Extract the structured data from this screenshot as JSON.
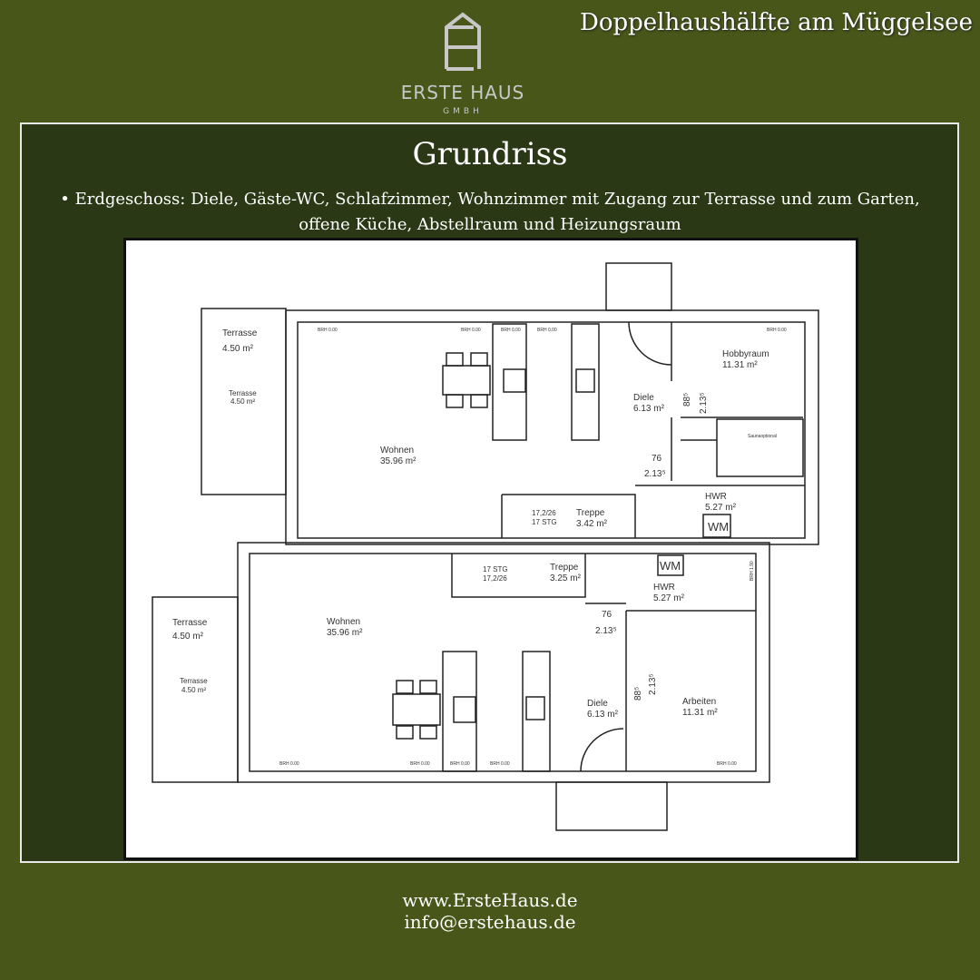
{
  "header": {
    "title": "Doppelhaushälfte am Müggelsee",
    "logo": {
      "name": "ERSTE HAUS",
      "sub": "GMBH"
    }
  },
  "section": {
    "heading": "Grundriss",
    "description_line1": "• Erdgeschoss: Diele, Gäste-WC, Schlafzimmer, Wohnzimmer mit Zugang zur Terrasse und zum Garten,",
    "description_line2": "offene Küche, Abstellraum und Heizungsraum"
  },
  "plan": {
    "brh": "BRH 0.00",
    "brh2": "BRH 0.00",
    "brh190": "BRH 1.90",
    "upper": {
      "terrasse1": {
        "name": "Terrasse",
        "area": "4.50 m²"
      },
      "terrasse2": {
        "name": "Terrasse",
        "area": "4.50 m²"
      },
      "wohnen": {
        "name": "Wohnen",
        "area": "35.96 m²"
      },
      "diele": {
        "name": "Diele",
        "area": "6.13 m²"
      },
      "hobby": {
        "name": "Hobbyraum",
        "area": "11.31 m²"
      },
      "sauna": "Saunaoptional",
      "hwr": {
        "name": "HWR",
        "area": "5.27 m²"
      },
      "wm": "WM",
      "treppe": {
        "name": "Treppe",
        "area": "3.42 m²"
      },
      "stg1": "17,2/26",
      "stg2": "17 STG",
      "d76": "76",
      "d213": "2.13⁵",
      "d88": "88⁵",
      "d213v": "2.13⁵"
    },
    "lower": {
      "terrasse1": {
        "name": "Terrasse",
        "area": "4.50 m²"
      },
      "terrasse2": {
        "name": "Terrasse",
        "area": "4.50 m²"
      },
      "wohnen": {
        "name": "Wohnen",
        "area": "35.96 m²"
      },
      "diele": {
        "name": "Diele",
        "area": "6.13 m²"
      },
      "arbeiten": {
        "name": "Arbeiten",
        "area": "11.31 m²"
      },
      "hwr": {
        "name": "HWR",
        "area": "5.27 m²"
      },
      "wm": "WM",
      "treppe": {
        "name": "Treppe",
        "area": "3.25 m²"
      },
      "stg1": "17 STG",
      "stg2": "17,2/26",
      "d76": "76",
      "d213": "2.13⁵",
      "d88": "88⁵",
      "d213v": "2.13⁵"
    }
  },
  "footer": {
    "website": "www.ErsteHaus.de",
    "email": "info@erstehaus.de"
  },
  "colors": {
    "background": "#485619",
    "panel": "#2a3815",
    "text": "#ffffff"
  }
}
